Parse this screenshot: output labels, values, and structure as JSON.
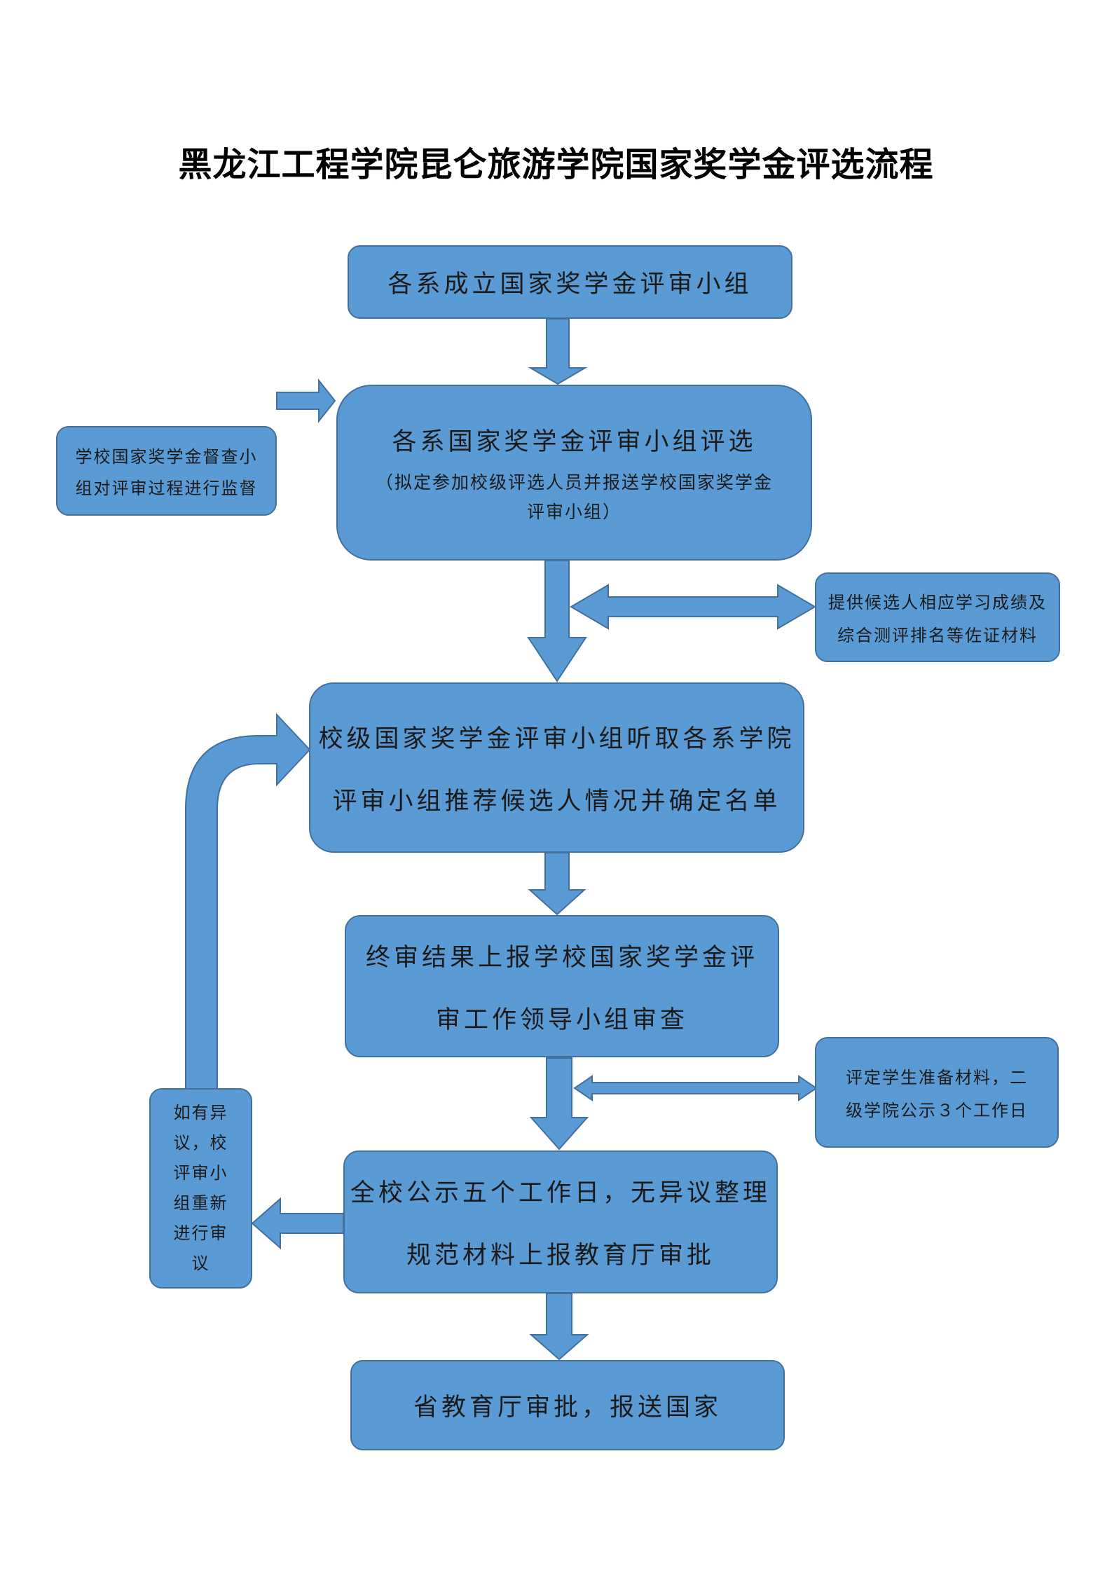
{
  "title": "黑龙江工程学院昆仑旅游学院国家奖学金评选流程",
  "steps": {
    "s1": "各系成立国家奖学金评审小组",
    "s2_line1": "各系国家奖学金评审小组评选",
    "s2_line2": "（拟定参加校级评选人员并报送学校国家奖学金",
    "s2_line3": "评审小组）",
    "s3_line1": "校级国家奖学金评审小组听取各系学院",
    "s3_line2": "评审小组推荐候选人情况并确定名单",
    "s4_line1": "终审结果上报学校国家奖学金评",
    "s4_line2": "审工作领导小组审查",
    "s5_line1": "全校公示五个工作日，无异议整理",
    "s5_line2": "规范材料上报教育厅审批",
    "s6": "省教育厅审批，报送国家"
  },
  "side_notes": {
    "supervision_line1": "学校国家奖学金督查小",
    "supervision_line2": "组对评审过程进行监督",
    "evidence_line1": "提供候选人相应学习成绩及",
    "evidence_line2": "综合测评排名等佐证材料",
    "prepare_line1": "评定学生准备材料，二",
    "prepare_line2": "级学院公示３个工作日",
    "objection_lines": [
      "如有异",
      "议，校",
      "评审小",
      "组重新",
      "进行审",
      "议"
    ]
  },
  "colors": {
    "box_fill": "#5b9bd5",
    "box_border": "#41719c"
  }
}
